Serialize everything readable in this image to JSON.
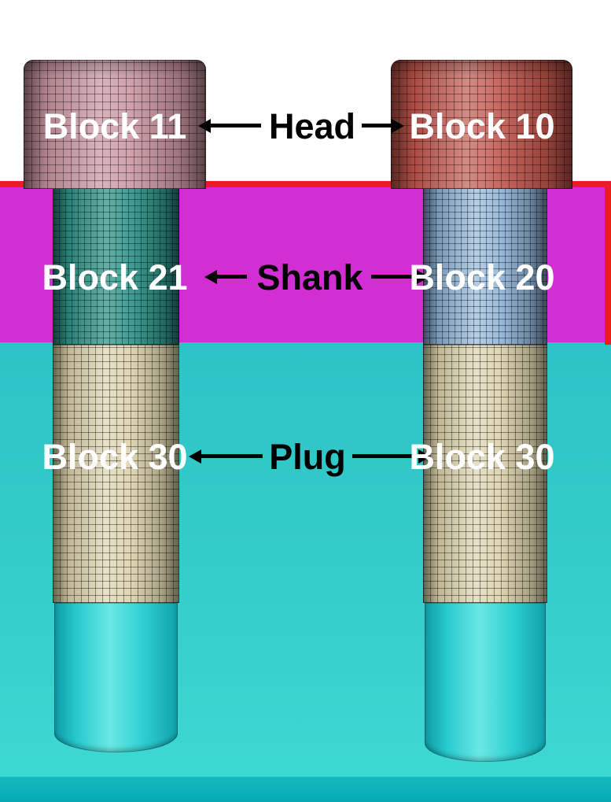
{
  "labels": {
    "rows": [
      {
        "left": "Block 11",
        "center": "Head",
        "right": "Block 10"
      },
      {
        "left": "Block 21",
        "center": "Shank",
        "right": "Block 20"
      },
      {
        "left": "Block 30",
        "center": "Plug",
        "right": "Block 30"
      }
    ]
  },
  "icons": {
    "arrow_left": "double-headed-arrow-left",
    "arrow_right": "double-headed-arrow-right"
  },
  "colors": {
    "plate": "#d32ed3",
    "red_line": "#ec1c24",
    "head_left": "#c8939f",
    "head_right": "#c0544b",
    "shank_left": "#2e968a",
    "shank_right": "#8fb4d8",
    "plug": "#d9d0a9",
    "tip": "#23ccce",
    "base_top": "#2ec2c6",
    "base_bottom": "#3edad3",
    "base_edge": "#0cb3b8"
  }
}
